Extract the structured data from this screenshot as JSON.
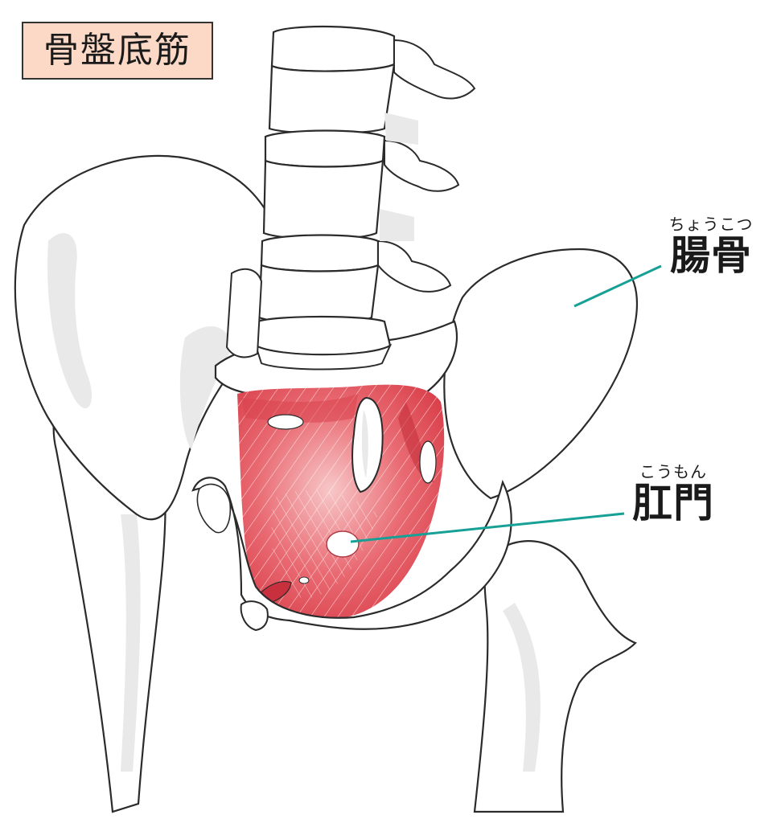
{
  "title": "骨盤底筋",
  "labels": {
    "ilium": {
      "ruby": "ちょうこつ",
      "text": "腸骨"
    },
    "anus": {
      "ruby": "こうもん",
      "text": "肛門"
    }
  },
  "colors": {
    "title_bg": "#fbd9c6",
    "bone_fill": "#ffffff",
    "bone_stroke": "#2b2b2b",
    "bone_shade": "#e9e9e9",
    "muscle": "#e0545e",
    "muscle_light": "#f6c2c3",
    "muscle_dark": "#c7303c",
    "leader_line": "#16a096"
  }
}
